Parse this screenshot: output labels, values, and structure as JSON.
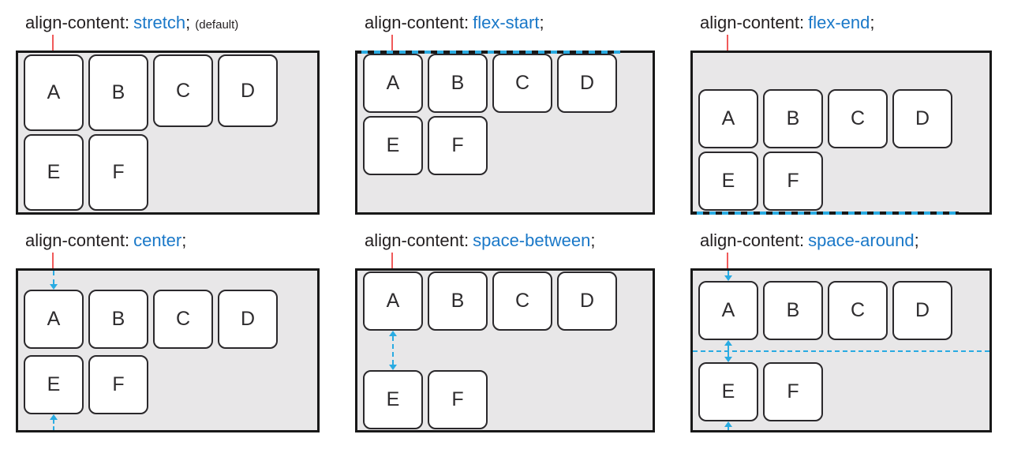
{
  "figure": {
    "property_illustrated": "align-content"
  },
  "colors": {
    "value_blue": "#1a78c8",
    "guide_cyan": "#29abe2",
    "pointer_red": "#f05a5a",
    "container_bg": "#e8e7e8",
    "container_border": "#181818"
  },
  "panels": [
    {
      "property": "align-content:",
      "value": "stretch",
      "semi": ";",
      "note": "(default)",
      "items": [
        "A",
        "B",
        "C",
        "D",
        "E",
        "F"
      ],
      "guides": [
        "value-pointer-tick"
      ]
    },
    {
      "property": "align-content:",
      "value": "flex-start",
      "semi": ";",
      "items": [
        "A",
        "B",
        "C",
        "D",
        "E",
        "F"
      ],
      "guides": [
        "value-pointer-tick",
        "start-edge-dashed-line"
      ]
    },
    {
      "property": "align-content:",
      "value": "flex-end",
      "semi": ";",
      "items": [
        "A",
        "B",
        "C",
        "D",
        "E",
        "F"
      ],
      "guides": [
        "value-pointer-tick",
        "end-edge-dashed-line"
      ]
    },
    {
      "property": "align-content:",
      "value": "center",
      "semi": ";",
      "items": [
        "A",
        "B",
        "C",
        "D",
        "E",
        "F"
      ],
      "guides": [
        "value-pointer-tick",
        "top-space-down-arrow",
        "bottom-space-up-arrow"
      ]
    },
    {
      "property": "align-content:",
      "value": "space-between",
      "semi": ";",
      "items": [
        "A",
        "B",
        "C",
        "D",
        "E",
        "F"
      ],
      "guides": [
        "value-pointer-tick",
        "between-rows-double-arrow"
      ]
    },
    {
      "property": "align-content:",
      "value": "space-around",
      "semi": ";",
      "items": [
        "A",
        "B",
        "C",
        "D",
        "E",
        "F"
      ],
      "guides": [
        "value-pointer-tick",
        "top-space-down-arrow",
        "above-midline-up-arrow",
        "midline-dashed-line",
        "below-midline-down-arrow",
        "bottom-space-up-arrow"
      ]
    }
  ]
}
